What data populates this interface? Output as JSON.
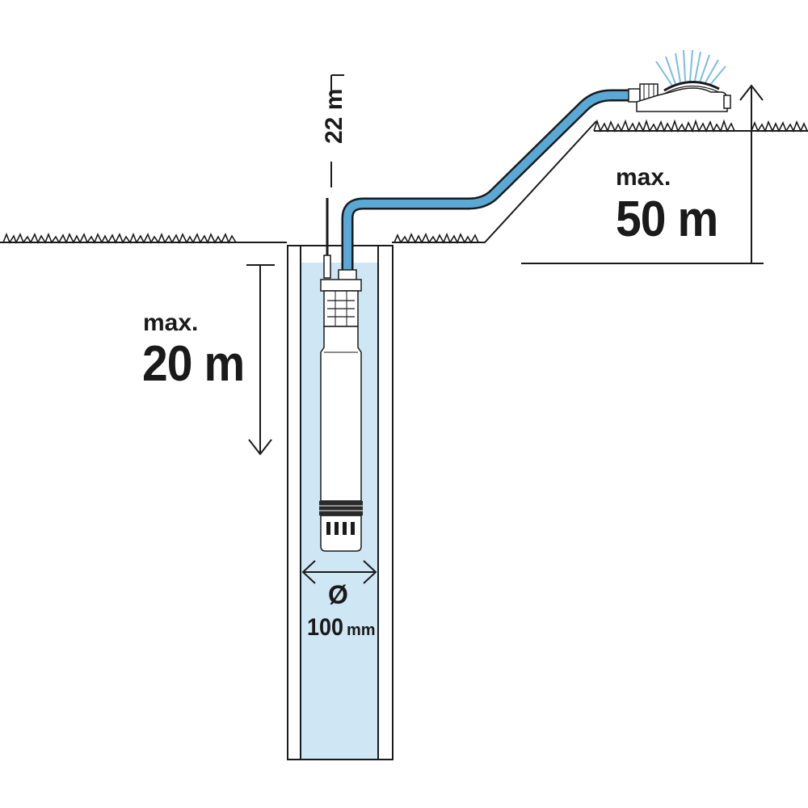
{
  "labels": {
    "cable_length": "22 m",
    "depth_prefix": "max.",
    "depth_value": "20 m",
    "head_prefix": "max.",
    "head_value": "50 m",
    "diameter_symbol": "Ø",
    "diameter_value": "100",
    "diameter_unit": "mm"
  },
  "colors": {
    "hose": "#5aa8d6",
    "water": "#cfe7f5",
    "line": "#1a1a1a",
    "casing_fill": "#ffffff"
  }
}
